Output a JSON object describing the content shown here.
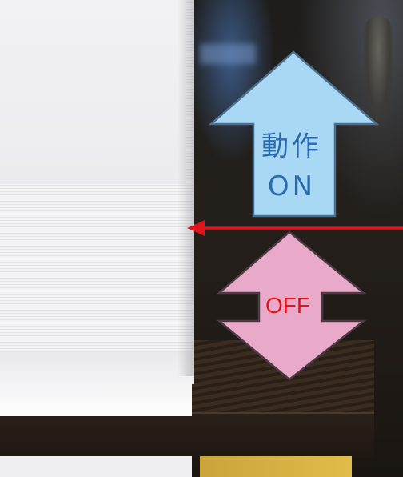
{
  "labels": {
    "on_line1": "動作",
    "on_line2": "ON",
    "off": "OFF"
  },
  "colors": {
    "on_arrow_fill": "#a8d8f4",
    "on_text": "#2a6bb0",
    "off_arrow_fill": "#e9a9c8",
    "off_text": "#e1141c",
    "pointer_arrow": "#e1141c"
  }
}
